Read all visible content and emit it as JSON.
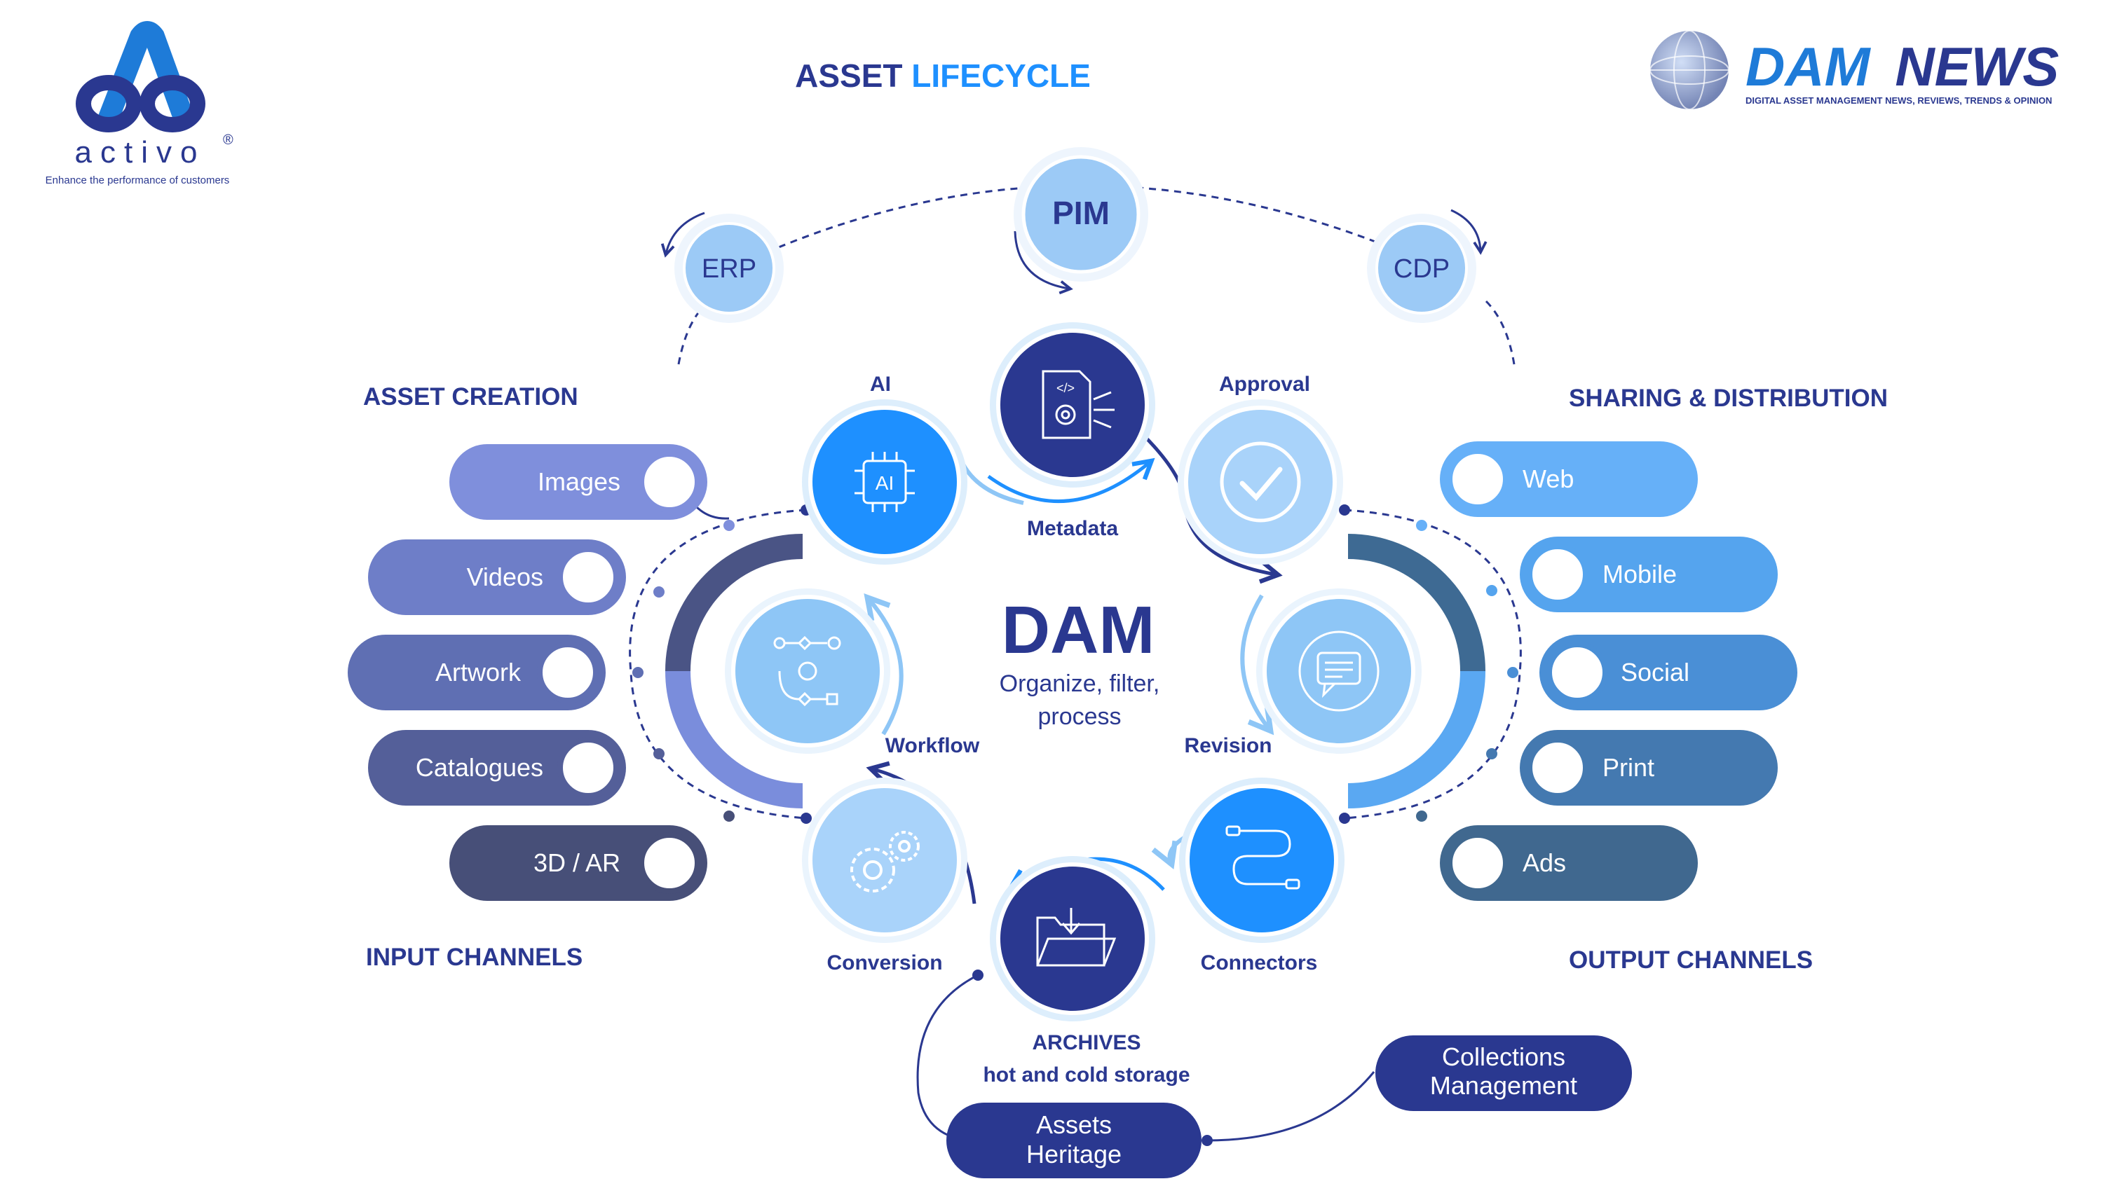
{
  "brand_left": {
    "name": "activo",
    "registered": "®",
    "tagline": "Enhance the performance of customers"
  },
  "brand_right": {
    "name_part1": "DAM",
    "name_part2": "NEWS",
    "tagline": "DIGITAL ASSET MANAGEMENT NEWS, REVIEWS, TRENDS & OPINION"
  },
  "title": {
    "part1": "ASSET",
    "part2": "LIFECYCLE"
  },
  "top_systems": {
    "erp": "ERP",
    "pim": "PIM",
    "cdp": "CDP"
  },
  "sections": {
    "asset_creation": "ASSET CREATION",
    "sharing_distribution": "SHARING & DISTRIBUTION",
    "input_channels": "INPUT CHANNELS",
    "output_channels": "OUTPUT CHANNELS"
  },
  "center": {
    "title": "DAM",
    "line1": "Organize, filter,",
    "line2": "process"
  },
  "steps": {
    "ai": "AI",
    "ai_icon_text": "AI",
    "metadata": "Metadata",
    "approval": "Approval",
    "revision": "Revision",
    "connectors": "Connectors",
    "conversion": "Conversion",
    "workflow": "Workflow"
  },
  "input_pills": [
    "Images",
    "Videos",
    "Artwork",
    "Catalogues",
    "3D / AR"
  ],
  "output_pills": [
    "Web",
    "Mobile",
    "Social",
    "Print",
    "Ads"
  ],
  "archives": {
    "title": "ARCHIVES",
    "subtitle": "hot and cold storage"
  },
  "bottom_pills": {
    "heritage_line1": "Assets",
    "heritage_line2": "Heritage",
    "collections_line1": "Collections",
    "collections_line2": "Management"
  },
  "colors": {
    "navy": "#2a3890",
    "accent": "#1e90ff",
    "input_pills": [
      "#7f8fdc",
      "#6e7ec8",
      "#5f6fb3",
      "#545f99",
      "#474f78"
    ],
    "output_pills": [
      "#66b0f8",
      "#55a4ee",
      "#4a8fd6",
      "#4479b0",
      "#40688f"
    ]
  },
  "icons": {
    "ai": "ai-chip-icon",
    "metadata": "code-document-icon",
    "approval": "checkmark-icon",
    "revision": "chat-cycle-icon",
    "connectors": "cable-icon",
    "archives": "folder-download-icon",
    "conversion": "gears-icon",
    "workflow": "flowchart-icon",
    "globe": "globe-icon"
  }
}
